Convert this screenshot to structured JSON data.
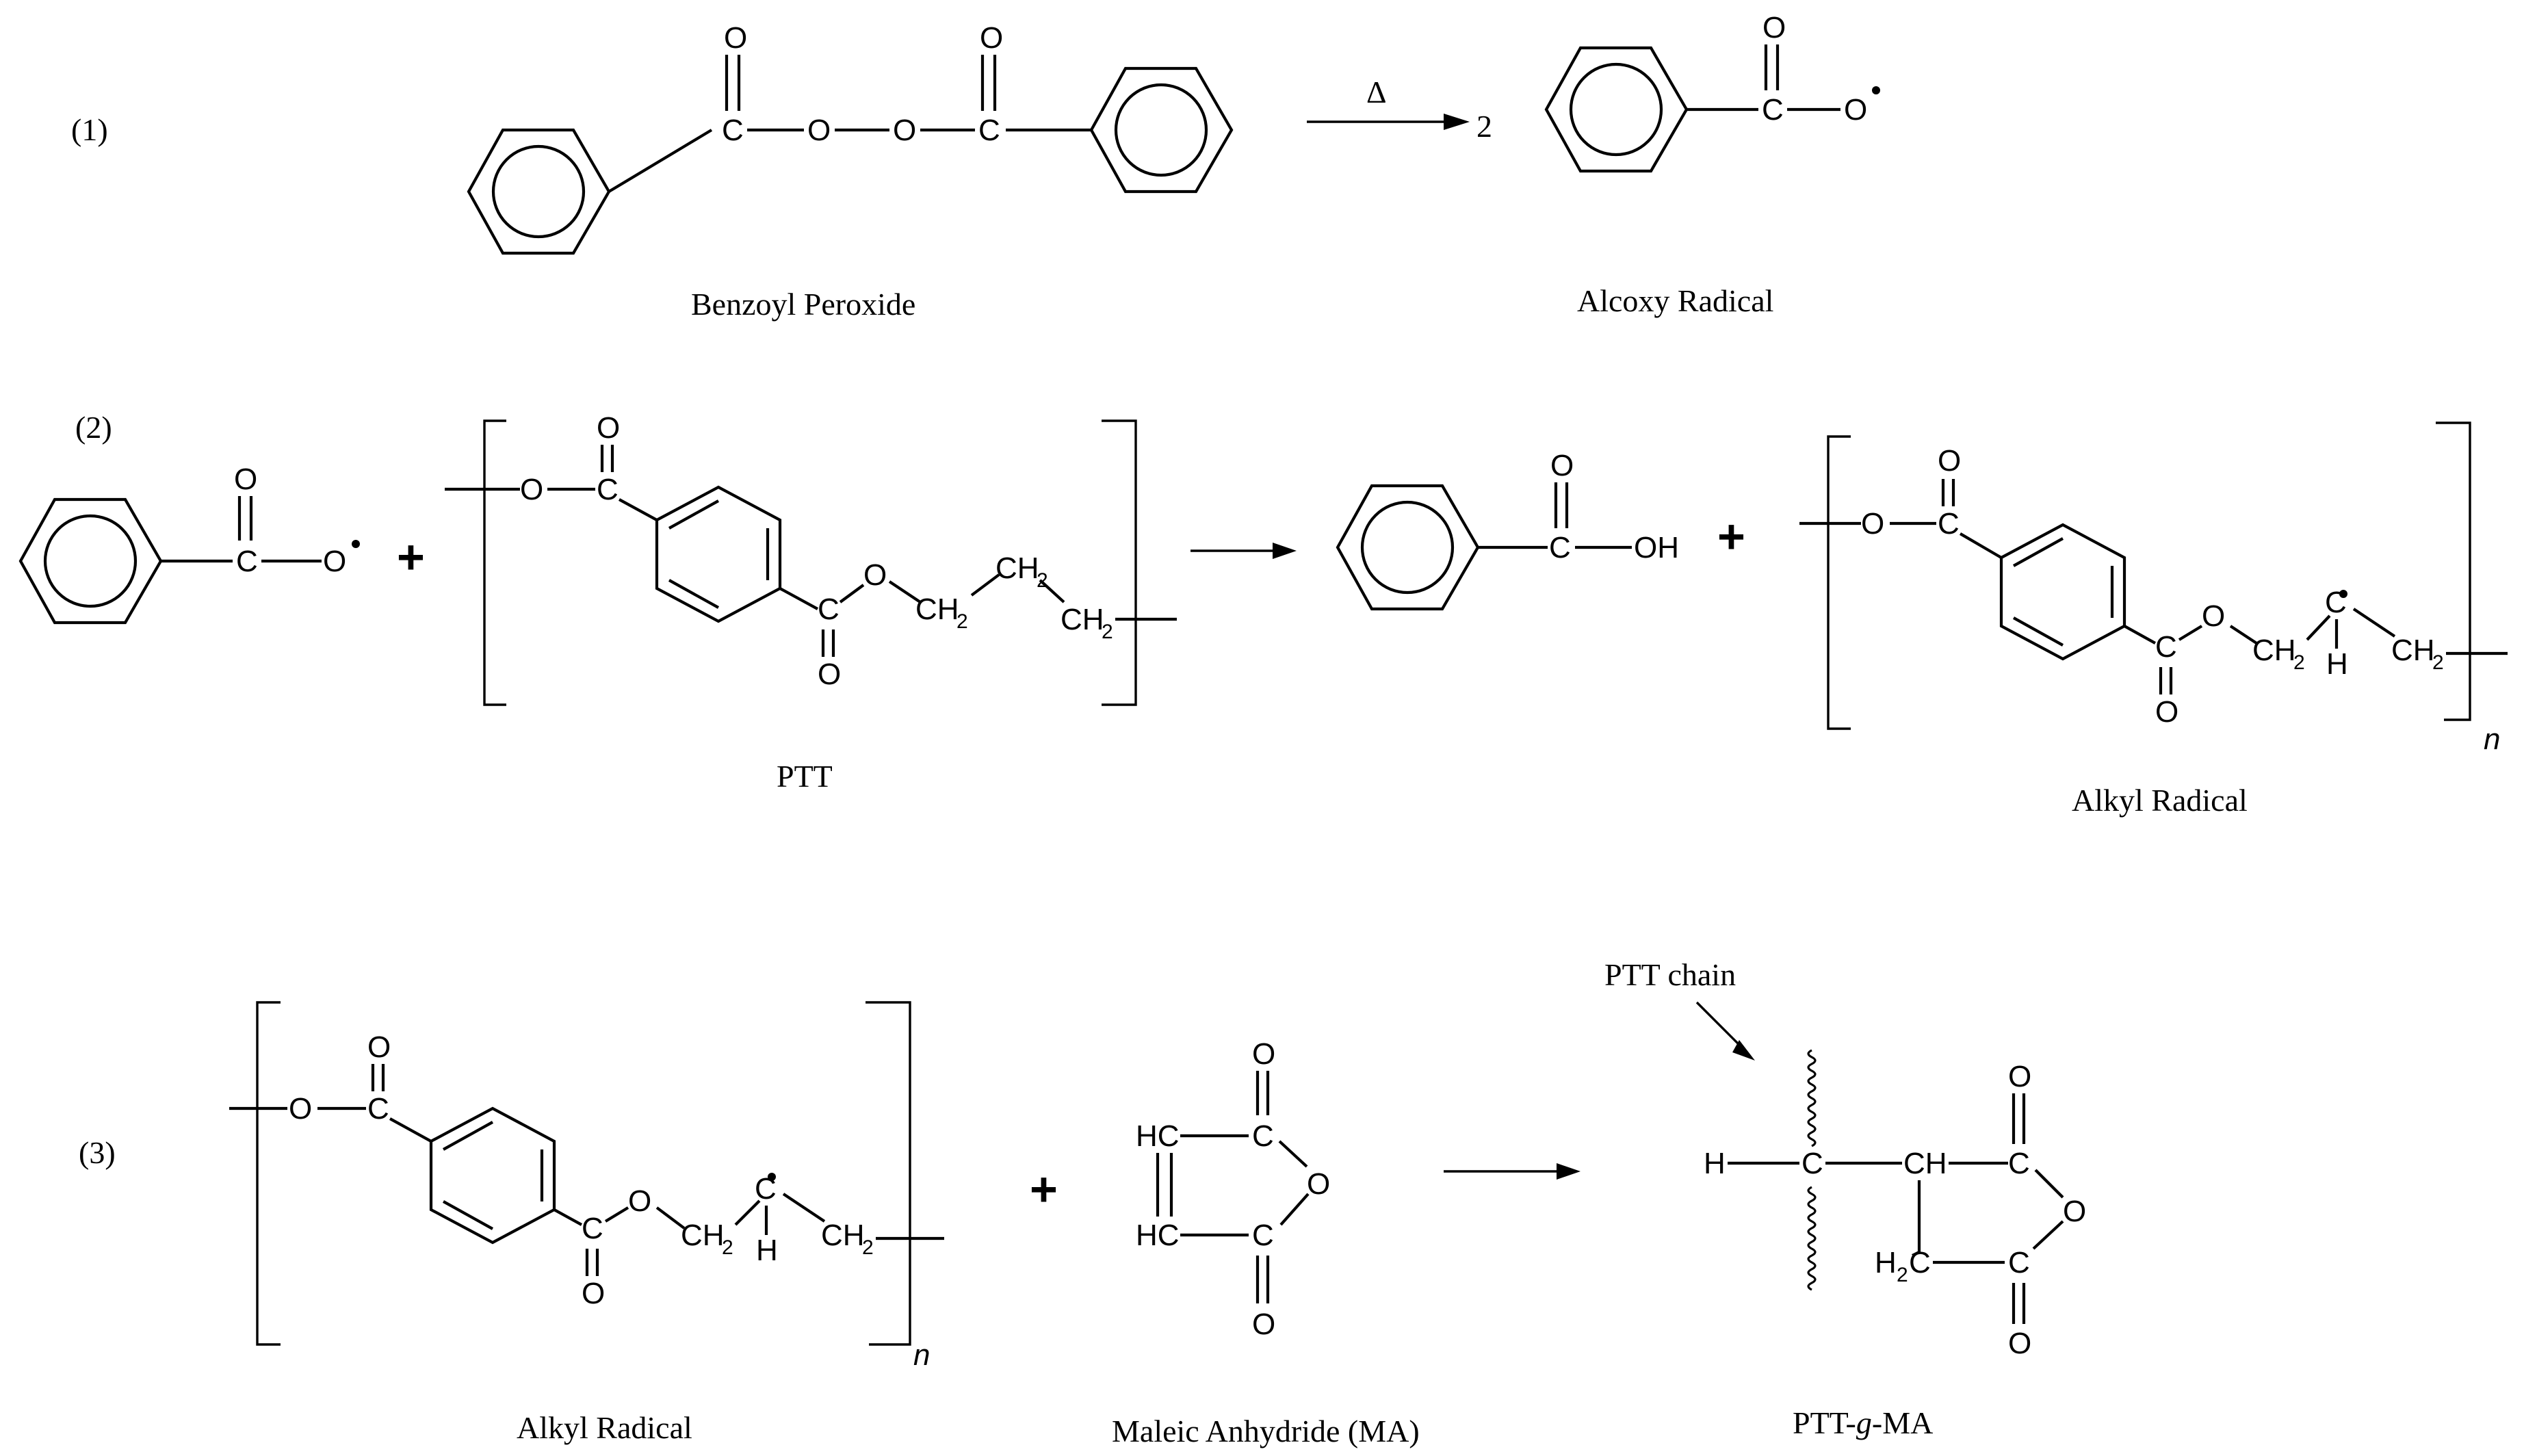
{
  "steps": {
    "step1": "(1)",
    "step2": "(2)",
    "step3": "(3)"
  },
  "captions": {
    "benzoyl_peroxide": "Benzoyl Peroxide",
    "alcoxy_radical": "Alcoxy Radical",
    "ptt": "PTT",
    "alkyl_radical_2": "Alkyl Radical",
    "alkyl_radical_3": "Alkyl Radical",
    "maleic_anhydride": "Maleic Anhydride (MA)",
    "ptt_g_ma_prefix": "PTT-",
    "ptt_g_ma_g": "g",
    "ptt_g_ma_suffix": "-MA",
    "ptt_chain": "PTT chain"
  },
  "reaction": {
    "heat_symbol": "Δ",
    "coefficient": "2",
    "plus": "+"
  },
  "atoms": {
    "O": "O",
    "C": "C",
    "OH": "OH",
    "CH": "CH",
    "CH2": "CH",
    "H": "H",
    "HC": "HC",
    "H2C_H": "H",
    "C_lower": "C",
    "sub2": "2",
    "n": "n"
  }
}
